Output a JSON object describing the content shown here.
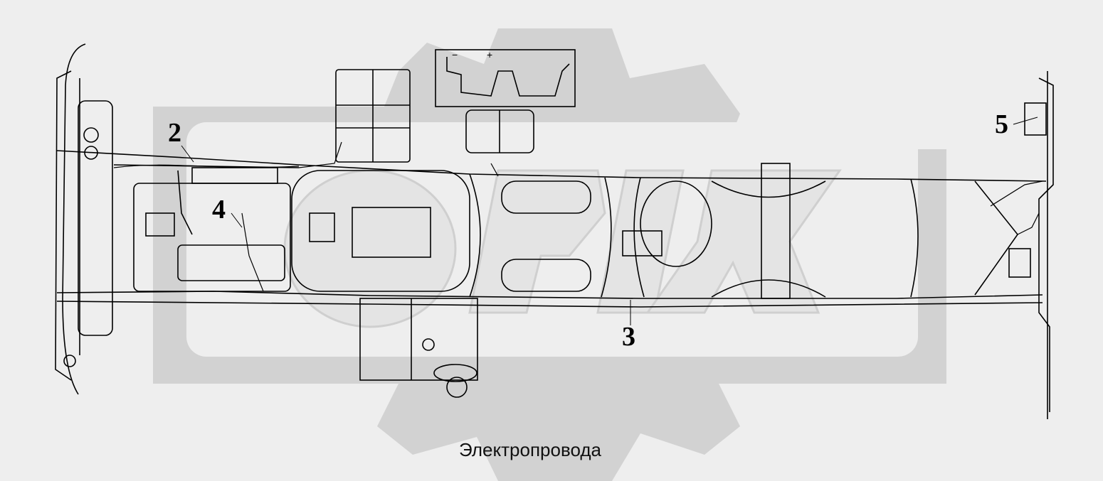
{
  "diagram": {
    "callouts": [
      {
        "id": "2",
        "label": "2"
      },
      {
        "id": "3",
        "label": "3"
      },
      {
        "id": "4",
        "label": "4"
      },
      {
        "id": "5",
        "label": "5"
      }
    ],
    "battery_marks": {
      "minus": "−",
      "plus": "+"
    },
    "caption": "Электропровода",
    "colors": {
      "background": "#eeeeee",
      "watermark": "#d2d2d2",
      "line": "#000000"
    }
  }
}
